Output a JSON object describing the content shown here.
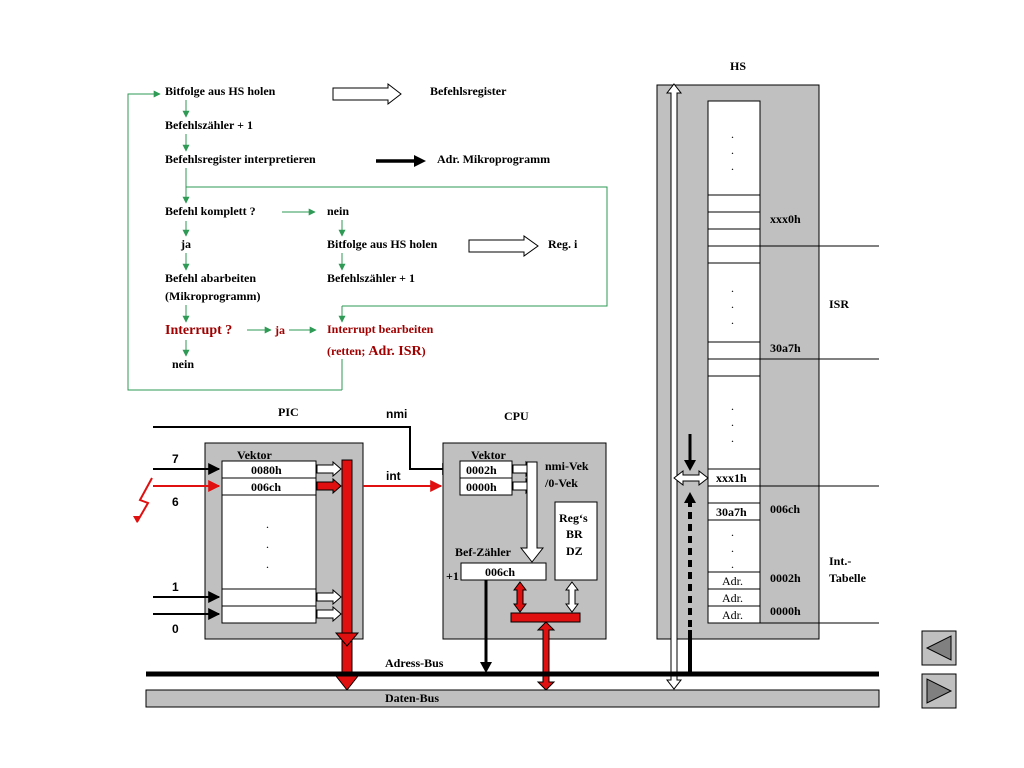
{
  "flow": {
    "step1": "Bitfolge aus HS holen",
    "register": "Befehlsregister",
    "step2": "Befehlszähler + 1",
    "step3": "Befehlsregister interpretieren",
    "mikro": "Adr. Mikroprogramm",
    "step4": "Befehl komplett ?",
    "nein": "nein",
    "ja": "ja",
    "right1": "Bitfolge aus HS holen",
    "regi": "Reg. i",
    "exec1": "Befehl abarbeiten",
    "exec2": "(Mikroprogramm)",
    "right2": "Befehlszähler + 1",
    "interrupt": "Interrupt ?",
    "ja2": "ja",
    "bearb1": "Interrupt bearbeiten",
    "bearb2a": "(retten; ",
    "bearb2b": "Adr. ISR",
    "bearb2c": ")",
    "nein2": "nein"
  },
  "hs": {
    "title": "HS",
    "xxx0h": "xxx0h",
    "isr": "ISR",
    "addr30a7h": "30a7h",
    "xxx1h": "xxx1h",
    "cell30a7h": "30a7h",
    "addr006ch": "006ch",
    "int1": "Int.-",
    "int2": "Tabelle",
    "adr": "Adr.",
    "addr0002h": "0002h",
    "addr0000h": "0000h",
    "dot": "."
  },
  "pic": {
    "title": "PIC",
    "vektor": "Vektor",
    "v1": "0080h",
    "v2": "006ch",
    "l7": "7",
    "l6": "6",
    "l1": "1",
    "l0": "0",
    "dot": "."
  },
  "cpu": {
    "title": "CPU",
    "vektor": "Vektor",
    "v1": "0002h",
    "v2": "0000h",
    "nmivek": "nmi-Vek",
    "nullvek": "/0-Vek",
    "regs": "Reg‘s",
    "br": "BR",
    "dz": "DZ",
    "befz": "Bef-Zähler",
    "plus1": "+1",
    "befval": "006ch"
  },
  "signals": {
    "nmi": "nmi",
    "int": "int"
  },
  "bus": {
    "adress": "Adress-Bus",
    "daten": "Daten-Bus"
  },
  "colors": {
    "green": "#2e9a55",
    "red": "#e01010",
    "gray": "#c0c0c0",
    "darkred": "#a00000"
  }
}
